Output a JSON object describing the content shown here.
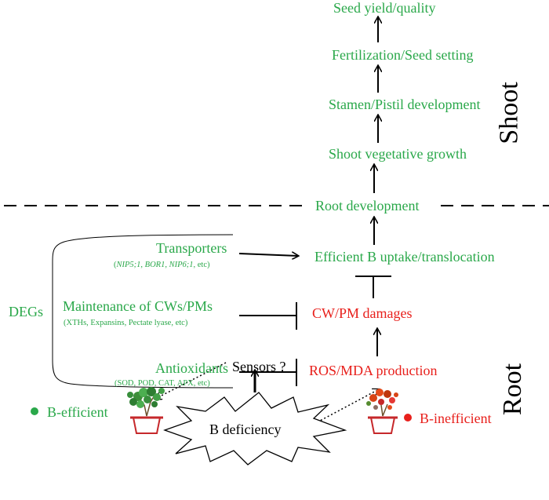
{
  "shoot_chain": {
    "seed_yield": "Seed yield/quality",
    "fertilization": "Fertilization/Seed setting",
    "stamen_pistil": "Stamen/Pistil development",
    "vegetative_growth": "Shoot vegetative growth",
    "root_development": "Root development"
  },
  "sections": {
    "shoot": "Shoot",
    "root": "Root"
  },
  "root_chain": {
    "uptake": "Efficient B uptake/translocation",
    "cw_damage": "CW/PM damages",
    "ros_production": "ROS/MDA production"
  },
  "degs": {
    "label": "DEGs",
    "transporters": {
      "title": "Transporters",
      "genes_italic_1": "NIP5;1",
      "sep_1": ", ",
      "genes_italic_2": "BOR1",
      "sep_2": ", ",
      "genes_italic_3": "NIP6;1",
      "tail": ", etc)",
      "open": "("
    },
    "maintenance": {
      "title": "Maintenance of CWs/PMs",
      "detail": "(XTHs, Expansins, Pectate lyase, etc)"
    },
    "antioxidants": {
      "title": "Antioxidants",
      "detail": "(SOD, POD, CAT, APX, etc)"
    }
  },
  "bottom": {
    "sensors": "Sensors ?",
    "b_deficiency": "B deficiency",
    "b_efficient": "B-efficient",
    "b_inefficient": "B-inefficient"
  },
  "colors": {
    "green": "#2aa84a",
    "red": "#e8201c",
    "black": "#000000"
  }
}
